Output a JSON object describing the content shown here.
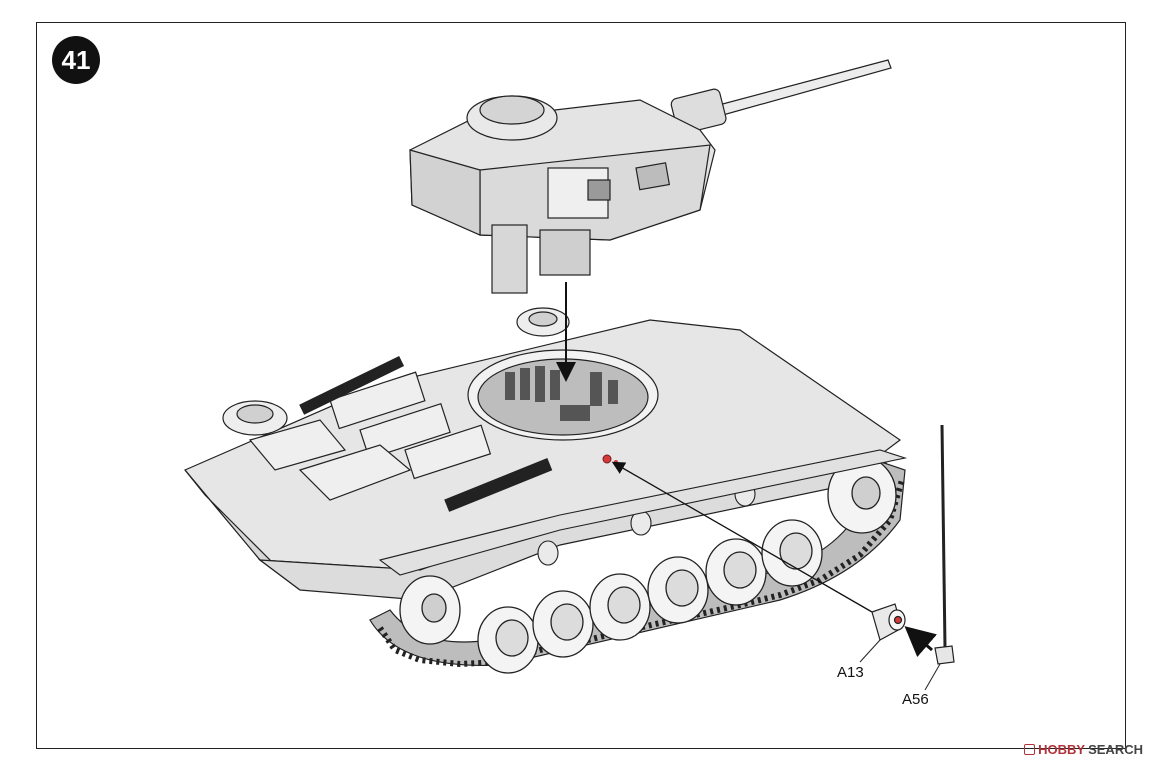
{
  "step": {
    "number": "41"
  },
  "parts": [
    {
      "id": "A13",
      "label": "A13"
    },
    {
      "id": "A56",
      "label": "A56"
    }
  ],
  "watermark": {
    "brand": "HOBBY",
    "search": "SEARCH"
  },
  "colors": {
    "line": "#222222",
    "hull_fill": "#e6e6e6",
    "accent_dot": "#d23a3a",
    "badge": "#111111",
    "watermark": "#b0333a"
  }
}
